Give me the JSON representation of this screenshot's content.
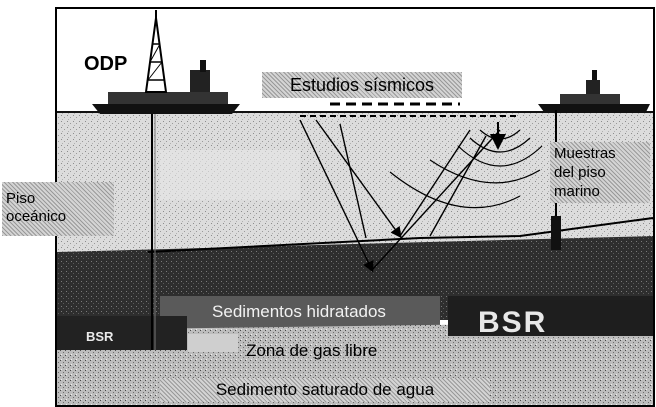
{
  "labels": {
    "odp": "ODP",
    "seismic": "Estudios sísmicos",
    "ocean_floor_line1": "Piso",
    "ocean_floor_line2": "oceánico",
    "samples_line1": "Muestras",
    "samples_line2": "del   piso",
    "samples_line3": "marino",
    "hydrate_sediments": "Sedimentos hidratados",
    "bsr_right": "BSR",
    "bsr_left": "BSR",
    "free_gas": "Zona de gas libre",
    "water_saturated": "Sedimento saturado de agua"
  },
  "colors": {
    "water": "#d8d8d8",
    "sediment_dark": "#3a3a3a",
    "gas_zone": "#b8b8b8",
    "label_box": "#d4d4d4"
  }
}
